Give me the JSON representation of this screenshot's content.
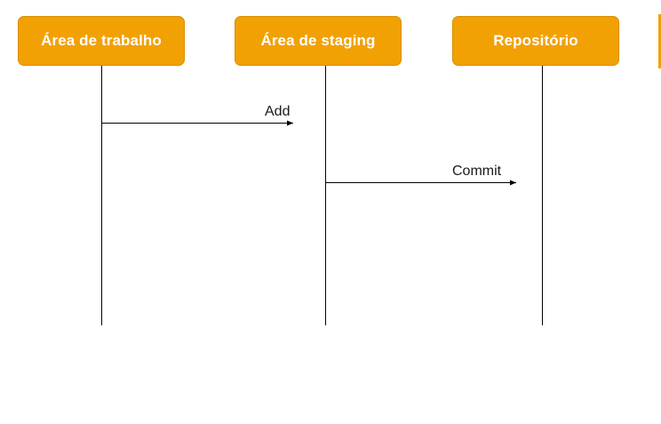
{
  "diagram": {
    "participants": [
      {
        "id": "workspace",
        "label": "Área de trabalho"
      },
      {
        "id": "staging",
        "label": "Área de staging"
      },
      {
        "id": "repo",
        "label": "Repositório"
      }
    ],
    "messages": [
      {
        "from": "workspace",
        "to": "staging",
        "label": "Add"
      },
      {
        "from": "staging",
        "to": "repo",
        "label": "Commit"
      }
    ],
    "colors": {
      "participant_fill": "#F2A104",
      "participant_text": "#FFFFFF",
      "line": "#000000"
    }
  }
}
